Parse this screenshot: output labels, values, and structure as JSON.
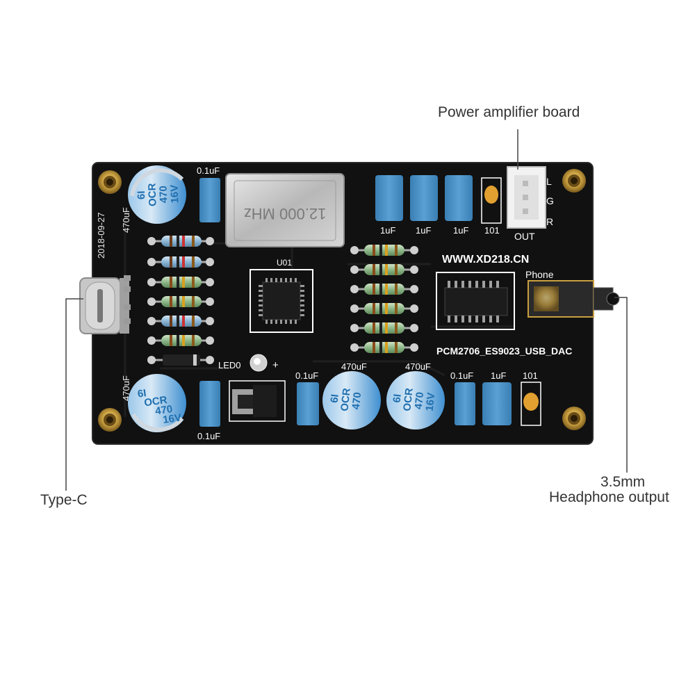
{
  "callouts": {
    "power_amp": "Power amplifier board",
    "type_c": "Type-C",
    "headphone_line1": "3.5mm",
    "headphone_line2": "Headphone output"
  },
  "board": {
    "date": "2018-09-27",
    "website": "WWW.XD218.CN",
    "model": "PCM2706_ES9023_USB_DAC",
    "crystal": "12.000 MHz",
    "ic_label": "U01",
    "led_label": "LED0",
    "led_polarity": "+",
    "phone_label": "Phone",
    "out_label": "OUT",
    "out_pins": [
      "L",
      "G",
      "R"
    ],
    "cap_01uf": "0.1uF",
    "cap_1uf": "1uF",
    "cap_470uf": "470uF",
    "ceramic_101": "101",
    "elcap_text": [
      "6I",
      "OCR",
      "470",
      "16V"
    ]
  },
  "colors": {
    "pcb": "#111111",
    "film_cap": "#4a8fc4",
    "elcap": "#3f8fd0",
    "silkscreen": "#ffffff",
    "gold": "#c9a040"
  }
}
